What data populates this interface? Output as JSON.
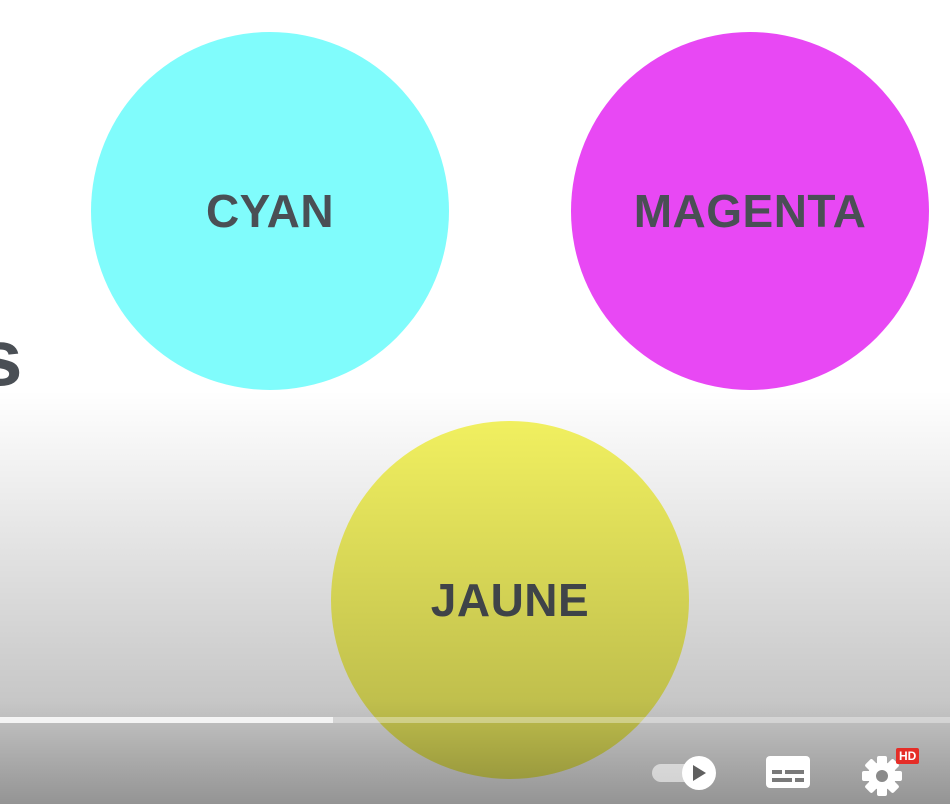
{
  "slide": {
    "circles": [
      {
        "label": "CYAN",
        "color": "#80fcfc"
      },
      {
        "label": "MAGENTA",
        "color": "#e848f4"
      },
      {
        "label": "JAUNE",
        "color": "#f6f562"
      }
    ],
    "partial_text": "s",
    "text_color": "#4a4f55"
  },
  "player": {
    "progress": 0.35,
    "hd_badge": "HD",
    "icons": {
      "autoplay": "autoplay-toggle-icon",
      "subtitles": "subtitles-icon",
      "settings": "gear-icon"
    }
  }
}
